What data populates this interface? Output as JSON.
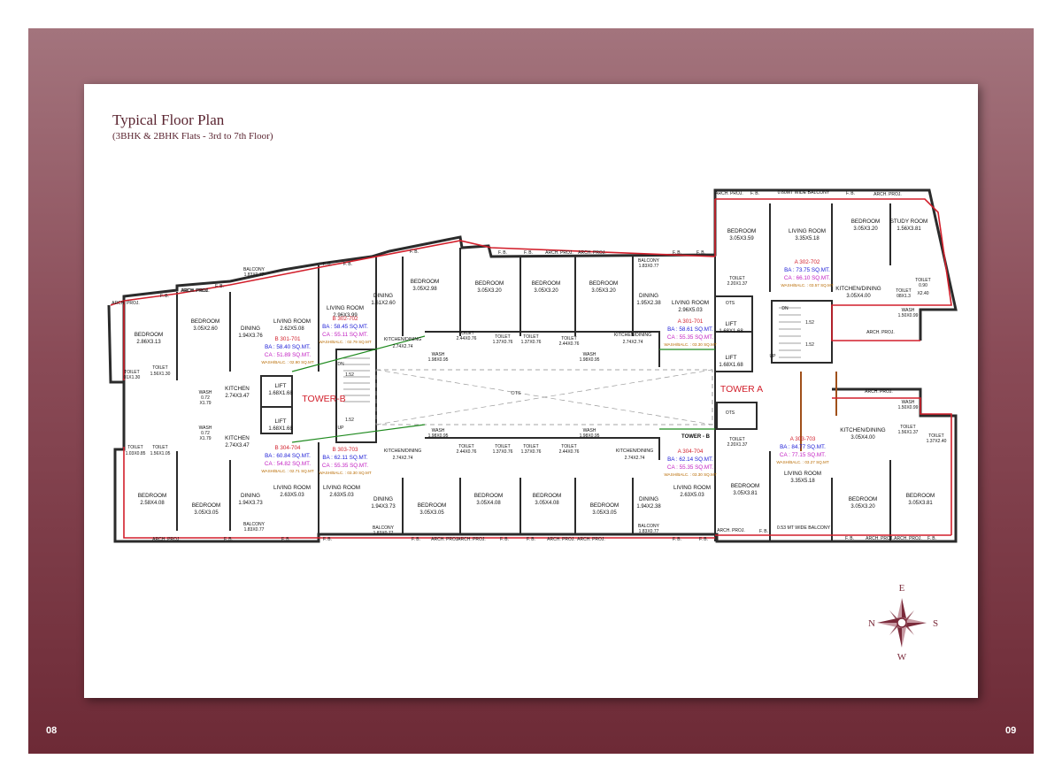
{
  "header": {
    "title": "Typical Floor Plan",
    "subtitle": "(3BHK & 2BHK Flats - 3rd to 7th Floor)"
  },
  "pages": {
    "left": "08",
    "right": "09"
  },
  "colors": {
    "frame": "#8a4b57",
    "wall": "#2b2b2b",
    "outline_red": "#d21f2b",
    "tower_label": "#d21f2b",
    "area_ba": "#1a1ad6",
    "area_ca": "#c21fc2",
    "area_wash": "#b86a00",
    "compass": "#7a2a3a"
  },
  "tower_labels": {
    "tower_b": "TOWER-B",
    "tower_a": "TOWER A",
    "tower_b_small": "TOWER - B"
  },
  "compass": {
    "icon": "compass-rose-icon",
    "n": "N",
    "e": "E",
    "s": "S",
    "w": "W"
  },
  "ots": "OTS",
  "rooms": [
    {
      "name": "BEDROOM",
      "size": "2.86X3.13"
    },
    {
      "name": "BEDROOM",
      "size": "3.05X2.60"
    },
    {
      "name": "DINING",
      "size": "1.94X3.76"
    },
    {
      "name": "LIVING ROOM",
      "size": "2.62X5.08"
    },
    {
      "name": "LIVING ROOM",
      "size": "2.96X3.99"
    },
    {
      "name": "DINING",
      "size": "1.61X2.60"
    },
    {
      "name": "BEDROOM",
      "size": "3.05X2.98"
    },
    {
      "name": "BEDROOM",
      "size": "3.05X3.20"
    },
    {
      "name": "BEDROOM",
      "size": "3.05X3.20"
    },
    {
      "name": "BEDROOM",
      "size": "3.05X3.20"
    },
    {
      "name": "DINING",
      "size": "1.95X2.38"
    },
    {
      "name": "LIVING ROOM",
      "size": "2.96X5.03"
    },
    {
      "name": "BEDROOM",
      "size": "3.05X3.59"
    },
    {
      "name": "LIVING ROOM",
      "size": "3.35X5.18"
    },
    {
      "name": "BEDROOM",
      "size": "3.05X3.20"
    },
    {
      "name": "STUDY ROOM",
      "size": "1.56X3.81"
    },
    {
      "name": "KITCHEN/DINING",
      "size": "3.05X4.00"
    },
    {
      "name": "BEDROOM",
      "size": "2.58X4.08"
    },
    {
      "name": "BEDROOM",
      "size": "3.05X3.05"
    },
    {
      "name": "DINING",
      "size": "1.94X3.73"
    },
    {
      "name": "LIVING ROOM",
      "size": "2.63X5.03"
    },
    {
      "name": "LIVING ROOM",
      "size": "2.63X5.03"
    },
    {
      "name": "DINING",
      "size": "1.94X3.73"
    },
    {
      "name": "BEDROOM",
      "size": "3.05X3.05"
    },
    {
      "name": "BEDROOM",
      "size": "3.05X4.08"
    },
    {
      "name": "BEDROOM",
      "size": "3.05X4.08"
    },
    {
      "name": "BEDROOM",
      "size": "3.05X3.05"
    },
    {
      "name": "DINING",
      "size": "1.94X2.38"
    },
    {
      "name": "LIVING ROOM",
      "size": "2.63X5.03"
    },
    {
      "name": "BEDROOM",
      "size": "3.05X3.81"
    },
    {
      "name": "LIVING ROOM",
      "size": "3.35X5.18"
    },
    {
      "name": "BEDROOM",
      "size": "3.05X3.20"
    },
    {
      "name": "BEDROOM",
      "size": "3.05X3.81"
    },
    {
      "name": "KITCHEN/DINING",
      "size": "3.05X4.00"
    },
    {
      "name": "KITCHEN",
      "size": "2.74X3.47"
    },
    {
      "name": "KITCHEN",
      "size": "2.74X3.47"
    },
    {
      "name": "KITCHEN/DINING",
      "size": "2.74X2.74"
    },
    {
      "name": "KITCHEN/DINING",
      "size": "2.74X2.74"
    },
    {
      "name": "KITCHEN/DINING",
      "size": "2.74X2.74"
    },
    {
      "name": "KITCHEN/DINING",
      "size": "2.74X2.74"
    },
    {
      "name": "LIFT",
      "size": "1.68X1.68"
    },
    {
      "name": "LIFT",
      "size": "1.68X1.68"
    },
    {
      "name": "LIFT",
      "size": "1.68X1.68"
    },
    {
      "name": "LIFT",
      "size": "1.68X1.68"
    }
  ],
  "small_labels": [
    "TOILET",
    "1.56X1.30",
    "TOILET",
    "01X1.30",
    "TOILET",
    "1.56X1.05",
    "TOILET",
    "1.03X0.85",
    "WASH",
    "1.98X0.95",
    "WASH",
    "1.98X0.95",
    "WASH",
    "1.98X0.95",
    "WASH",
    "1.98X0.95",
    "TOILET",
    "2.44X0.76",
    "TOILET",
    "1.37X0.76",
    "TOILET",
    "1.37X0.76",
    "TOILET",
    "2.44X0.76",
    "TOILET",
    "2.44X0.76",
    "TOILET",
    "1.37X0.76",
    "TOILET",
    "1.37X0.76",
    "TOILET",
    "2.44X0.76",
    "TOILET",
    "2.20X1.37",
    "TOILET",
    "2.20X1.37",
    "TOILET",
    "1.56X1.37",
    "TOILET",
    "1.37X2.40",
    "WASH",
    "1.50X0.99",
    "WASH",
    "1.50X0.99",
    "TOILET",
    "0.90",
    "X2.40",
    "TOILET",
    "08X1.3",
    "BALCONY",
    "1.83X0.77",
    "BALCONY",
    "1.83X0.77",
    "BALCONY",
    "1.83X0.77",
    "BALCONY",
    "1.83X0.77",
    "BALCONY",
    "1.83X0.77",
    "ARCH. PROJ.",
    "F. B.",
    "0.60MT WIDE BALCONY",
    "0.53 MT WIDE BALCONY",
    "WASH",
    "0.72",
    "X1.79",
    "WASH",
    "0.72",
    "X1.79",
    "OTS",
    "OTS",
    "DN",
    "UP",
    "DN",
    "UP",
    "1.52",
    "1.52",
    "1.52",
    "1.52"
  ],
  "flats": [
    {
      "id": "B 301-701",
      "ba": "BA : 58.40 SQ.MT.",
      "ca": "CA : 51.89 SQ.MT.",
      "wash": "WASH/BALC. : 02.90 SQ.MT"
    },
    {
      "id": "B 302-702",
      "ba": "BA : 58.45 SQ.MT.",
      "ca": "CA : 55.11 SQ.MT.",
      "wash": "WASH/BALC. : 02.79 SQ.MT"
    },
    {
      "id": "A 301-701",
      "ba": "BA : 58.61 SQ.MT.",
      "ca": "CA : 55.35 SQ.MT.",
      "wash": "WASH/BALC. : 03.30 SQ.MT"
    },
    {
      "id": "A 302-702",
      "ba": "BA : 73.75 SQ.MT.",
      "ca": "CA : 66.10 SQ.MT.",
      "wash": "WASH/BALC. : 03.57 SQ.MT"
    },
    {
      "id": "B 304-704",
      "ba": "BA : 60.84 SQ.MT.",
      "ca": "CA : 54.82 SQ.MT.",
      "wash": "WASH/BALC. : 02.71 SQ.MT"
    },
    {
      "id": "B 303-703",
      "ba": "BA : 62.11 SQ.MT.",
      "ca": "CA : 55.35 SQ.MT.",
      "wash": "WASH/BALC. : 03.30 SQ.MT"
    },
    {
      "id": "A 304-704",
      "ba": "BA : 62.14 SQ.MT.",
      "ca": "CA : 55.35 SQ.MT.",
      "wash": "WASH/BALC. : 03.30 SQ.MT"
    },
    {
      "id": "A 303-703",
      "ba": "BA : 84.77 SQ.MT.",
      "ca": "CA : 77.15 SQ.MT.",
      "wash": "WASH/BALC. : 03.27 SQ.MT"
    }
  ]
}
